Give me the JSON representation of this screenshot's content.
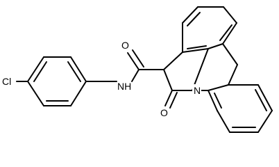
{
  "structure": {
    "atoms": {
      "chlorine": "Cl",
      "amide_nitrogen": "NH",
      "carbonyl_oxygen_amide": "O",
      "carbonyl_oxygen_lactam": "O",
      "ring_nitrogen": "N"
    }
  }
}
